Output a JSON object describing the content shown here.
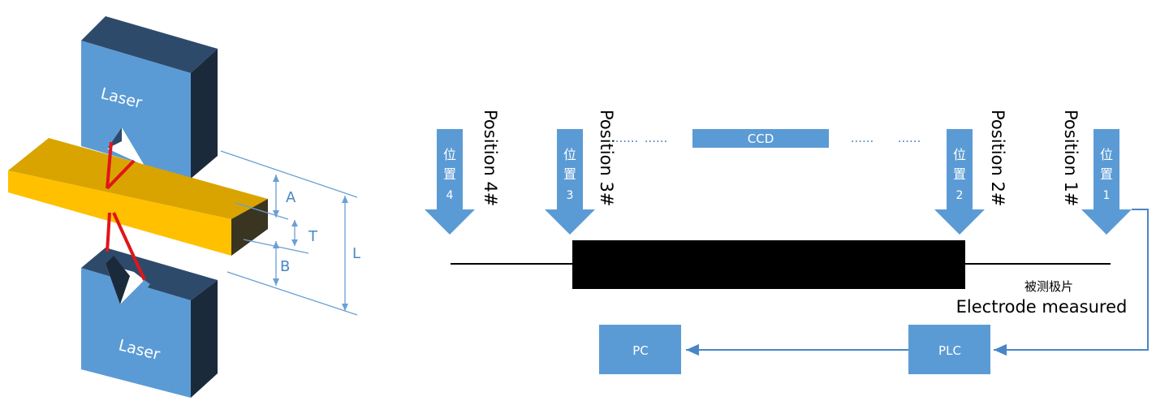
{
  "left_diagram": {
    "top_laser_label": "Laser",
    "bottom_laser_label": "Laser",
    "dimension_labels": {
      "a": "A",
      "t": "T",
      "b": "B",
      "l": "L"
    },
    "colors": {
      "laser_block": "#5b9bd5",
      "laser_side": "#2e4a6b",
      "laser_dark": "#1b2a3b",
      "electrode": "#ffc000",
      "beam": "#e0161b",
      "dimension_line": "#6a9fd4"
    }
  },
  "right_diagram": {
    "ccd_label": "CCD",
    "dots": "......",
    "positions": [
      {
        "cn_chars": [
          "位",
          "置"
        ],
        "number": "4",
        "label": "Position 4#"
      },
      {
        "cn_chars": [
          "位",
          "置"
        ],
        "number": "3",
        "label": "Position 3#"
      },
      {
        "cn_chars": [
          "位",
          "置"
        ],
        "number": "2",
        "label": "Position 2#"
      },
      {
        "cn_chars": [
          "位",
          "置"
        ],
        "number": "1",
        "label": "Position 1#"
      }
    ],
    "electrode_cn": "被测极片",
    "electrode_en": "Electrode measured",
    "pc_label": "PC",
    "plc_label": "PLC",
    "colors": {
      "box": "#5b9bd5",
      "connector": "#4a86c5",
      "electrode": "#000000"
    }
  }
}
